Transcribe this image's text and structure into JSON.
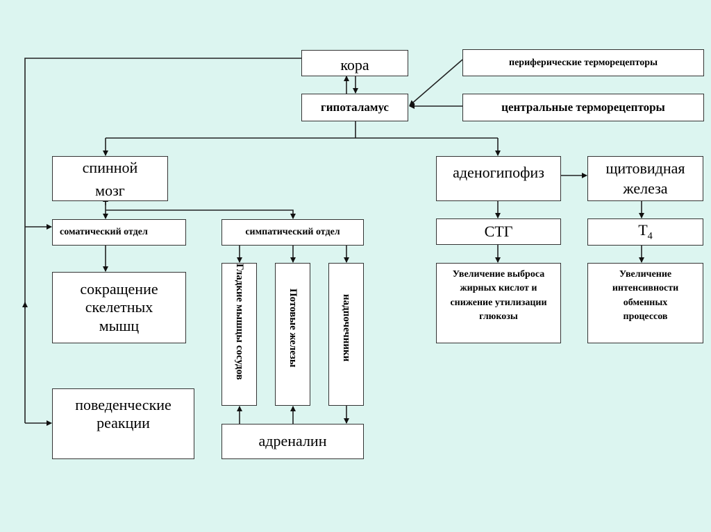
{
  "diagram": {
    "colors": {
      "background": "#dcf5f0",
      "box_fill": "#ffffff",
      "stroke": "#333333"
    },
    "nodes": {
      "cortex": "кора",
      "hypothalamus": "гипоталамус",
      "peripheral_thermoreceptors": "периферические терморецепторы",
      "central_thermoreceptors": "центральные терморецепторы",
      "spinal_cord": "спинной мозг",
      "somatic_division": "соматический отдел",
      "sympathetic_division": "симпатический отдел",
      "skeletal_muscle_contraction": "сокращение скелетных мышц",
      "behavioral_reactions": "поведенческие реакции",
      "vascular_smooth_muscle": "Гладкие мышцы сосудов",
      "sweat_glands": "Потовые железы",
      "adrenal_glands": "надпочечники",
      "adrenaline": "адреналин",
      "adenohypophysis": "аденогипофиз",
      "thyroid_gland": "щитовидная железа",
      "stg": "СТГ",
      "t4_base": "T",
      "t4_sub": "4",
      "stg_effect": "Увеличение выброса жирных кислот и снижение утилизации глюкозы",
      "t4_effect": "Увеличение интенсивности обменных процессов"
    },
    "edges": [
      {
        "from": "peripheral_thermoreceptors",
        "to": "hypothalamus"
      },
      {
        "from": "central_thermoreceptors",
        "to": "hypothalamus"
      },
      {
        "from": "hypothalamus",
        "to": "cortex"
      },
      {
        "from": "cortex",
        "to": "hypothalamus"
      },
      {
        "from": "hypothalamus",
        "to": "spinal_cord"
      },
      {
        "from": "hypothalamus",
        "to": "adenohypophysis"
      },
      {
        "from": "cortex",
        "to": "somatic_division"
      },
      {
        "from": "cortex",
        "to": "behavioral_reactions"
      },
      {
        "from": "spinal_cord",
        "to": "somatic_division"
      },
      {
        "from": "spinal_cord",
        "to": "sympathetic_division"
      },
      {
        "from": "somatic_division",
        "to": "skeletal_muscle_contraction"
      },
      {
        "from": "sympathetic_division",
        "to": "vascular_smooth_muscle"
      },
      {
        "from": "sympathetic_division",
        "to": "sweat_glands"
      },
      {
        "from": "sympathetic_division",
        "to": "adrenal_glands"
      },
      {
        "from": "adrenal_glands",
        "to": "adrenaline"
      },
      {
        "from": "adrenaline",
        "to": "vascular_smooth_muscle"
      },
      {
        "from": "adrenaline",
        "to": "sweat_glands"
      },
      {
        "from": "adenohypophysis",
        "to": "thyroid_gland"
      },
      {
        "from": "adenohypophysis",
        "to": "stg"
      },
      {
        "from": "thyroid_gland",
        "to": "t4"
      },
      {
        "from": "stg",
        "to": "stg_effect"
      },
      {
        "from": "t4",
        "to": "t4_effect"
      }
    ]
  }
}
